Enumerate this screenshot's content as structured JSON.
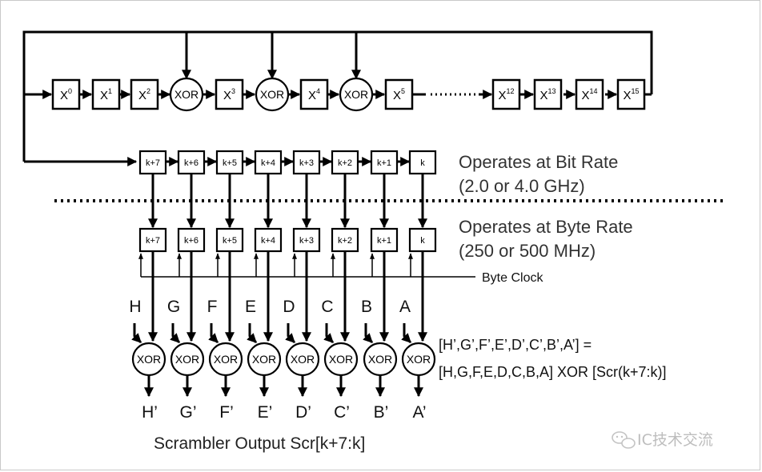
{
  "lfsr": {
    "registers": [
      {
        "base": "X",
        "exp": "0"
      },
      {
        "base": "X",
        "exp": "1"
      },
      {
        "base": "X",
        "exp": "2"
      },
      {
        "base": "X",
        "exp": "3"
      },
      {
        "base": "X",
        "exp": "4"
      },
      {
        "base": "X",
        "exp": "5"
      },
      {
        "base": "X",
        "exp": "12"
      },
      {
        "base": "X",
        "exp": "13"
      },
      {
        "base": "X",
        "exp": "14"
      },
      {
        "base": "X",
        "exp": "15"
      }
    ],
    "xor_label": "XOR"
  },
  "bit_stage": {
    "labels": [
      "k+7",
      "k+6",
      "k+5",
      "k+4",
      "k+3",
      "k+2",
      "k+1",
      "k"
    ],
    "caption_line1": "Operates at Bit Rate",
    "caption_line2": "(2.0 or 4.0 GHz)"
  },
  "byte_stage": {
    "labels": [
      "k+7",
      "k+6",
      "k+5",
      "k+4",
      "k+3",
      "k+2",
      "k+1",
      "k"
    ],
    "caption_line1": "Operates at Byte Rate",
    "caption_line2": "(250 or 500 MHz)",
    "clock_label": "Byte Clock"
  },
  "output_xor": {
    "inputs": [
      "H",
      "G",
      "F",
      "E",
      "D",
      "C",
      "B",
      "A"
    ],
    "outputs": [
      "H’",
      "G’",
      "F’",
      "E’",
      "D’",
      "C’",
      "B’",
      "A’"
    ],
    "xor_label": "XOR",
    "equation_line1": "[H’,G’,F’,E’,D’,C’,B’,A’] =",
    "equation_line2": "[H,G,F,E,D,C,B,A] XOR [Scr(k+7:k)]",
    "output_caption": "Scrambler Output Scr[k+7:k]"
  },
  "watermark": {
    "text": "IC技术交流",
    "icon": "wechat-icon"
  }
}
